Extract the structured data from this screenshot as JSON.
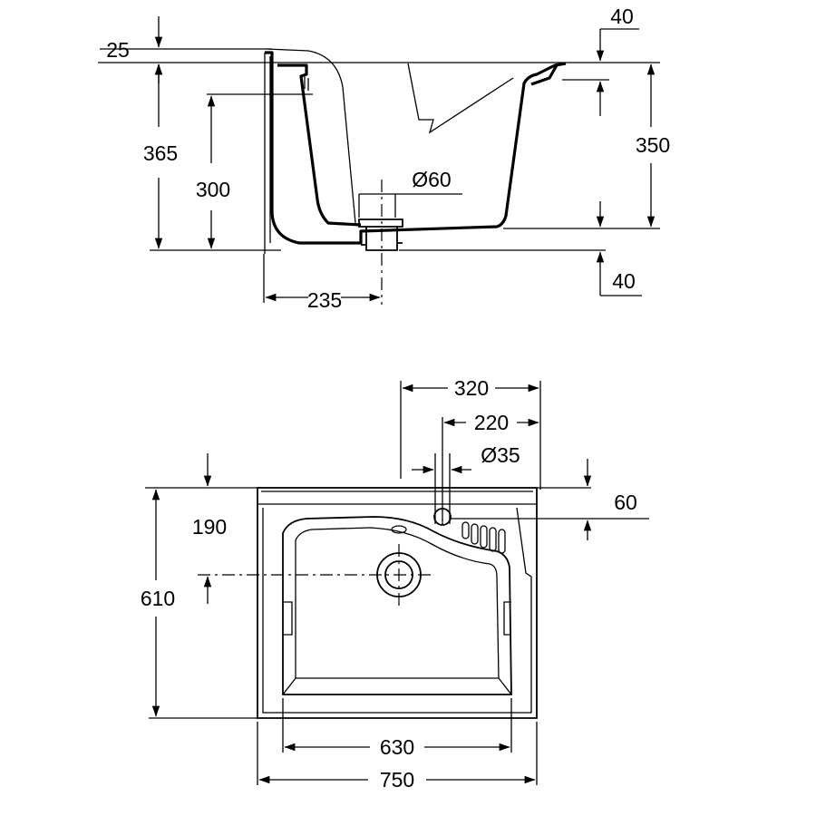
{
  "drawing": {
    "section_view": {
      "rim_thickness": "25",
      "overall_height": "365",
      "inner_height": "300",
      "outlet_diameter": "Ø60",
      "outlet_offset": "235",
      "top_step": "40",
      "basin_depth": "350",
      "bottom_step": "40"
    },
    "plan_view": {
      "tap_offset_outer": "320",
      "tap_offset_inner": "220",
      "tap_hole_diameter": "Ø35",
      "tap_ledge": "60",
      "outlet_from_back": "190",
      "overall_depth": "610",
      "bowl_width": "630",
      "overall_width": "750"
    }
  }
}
